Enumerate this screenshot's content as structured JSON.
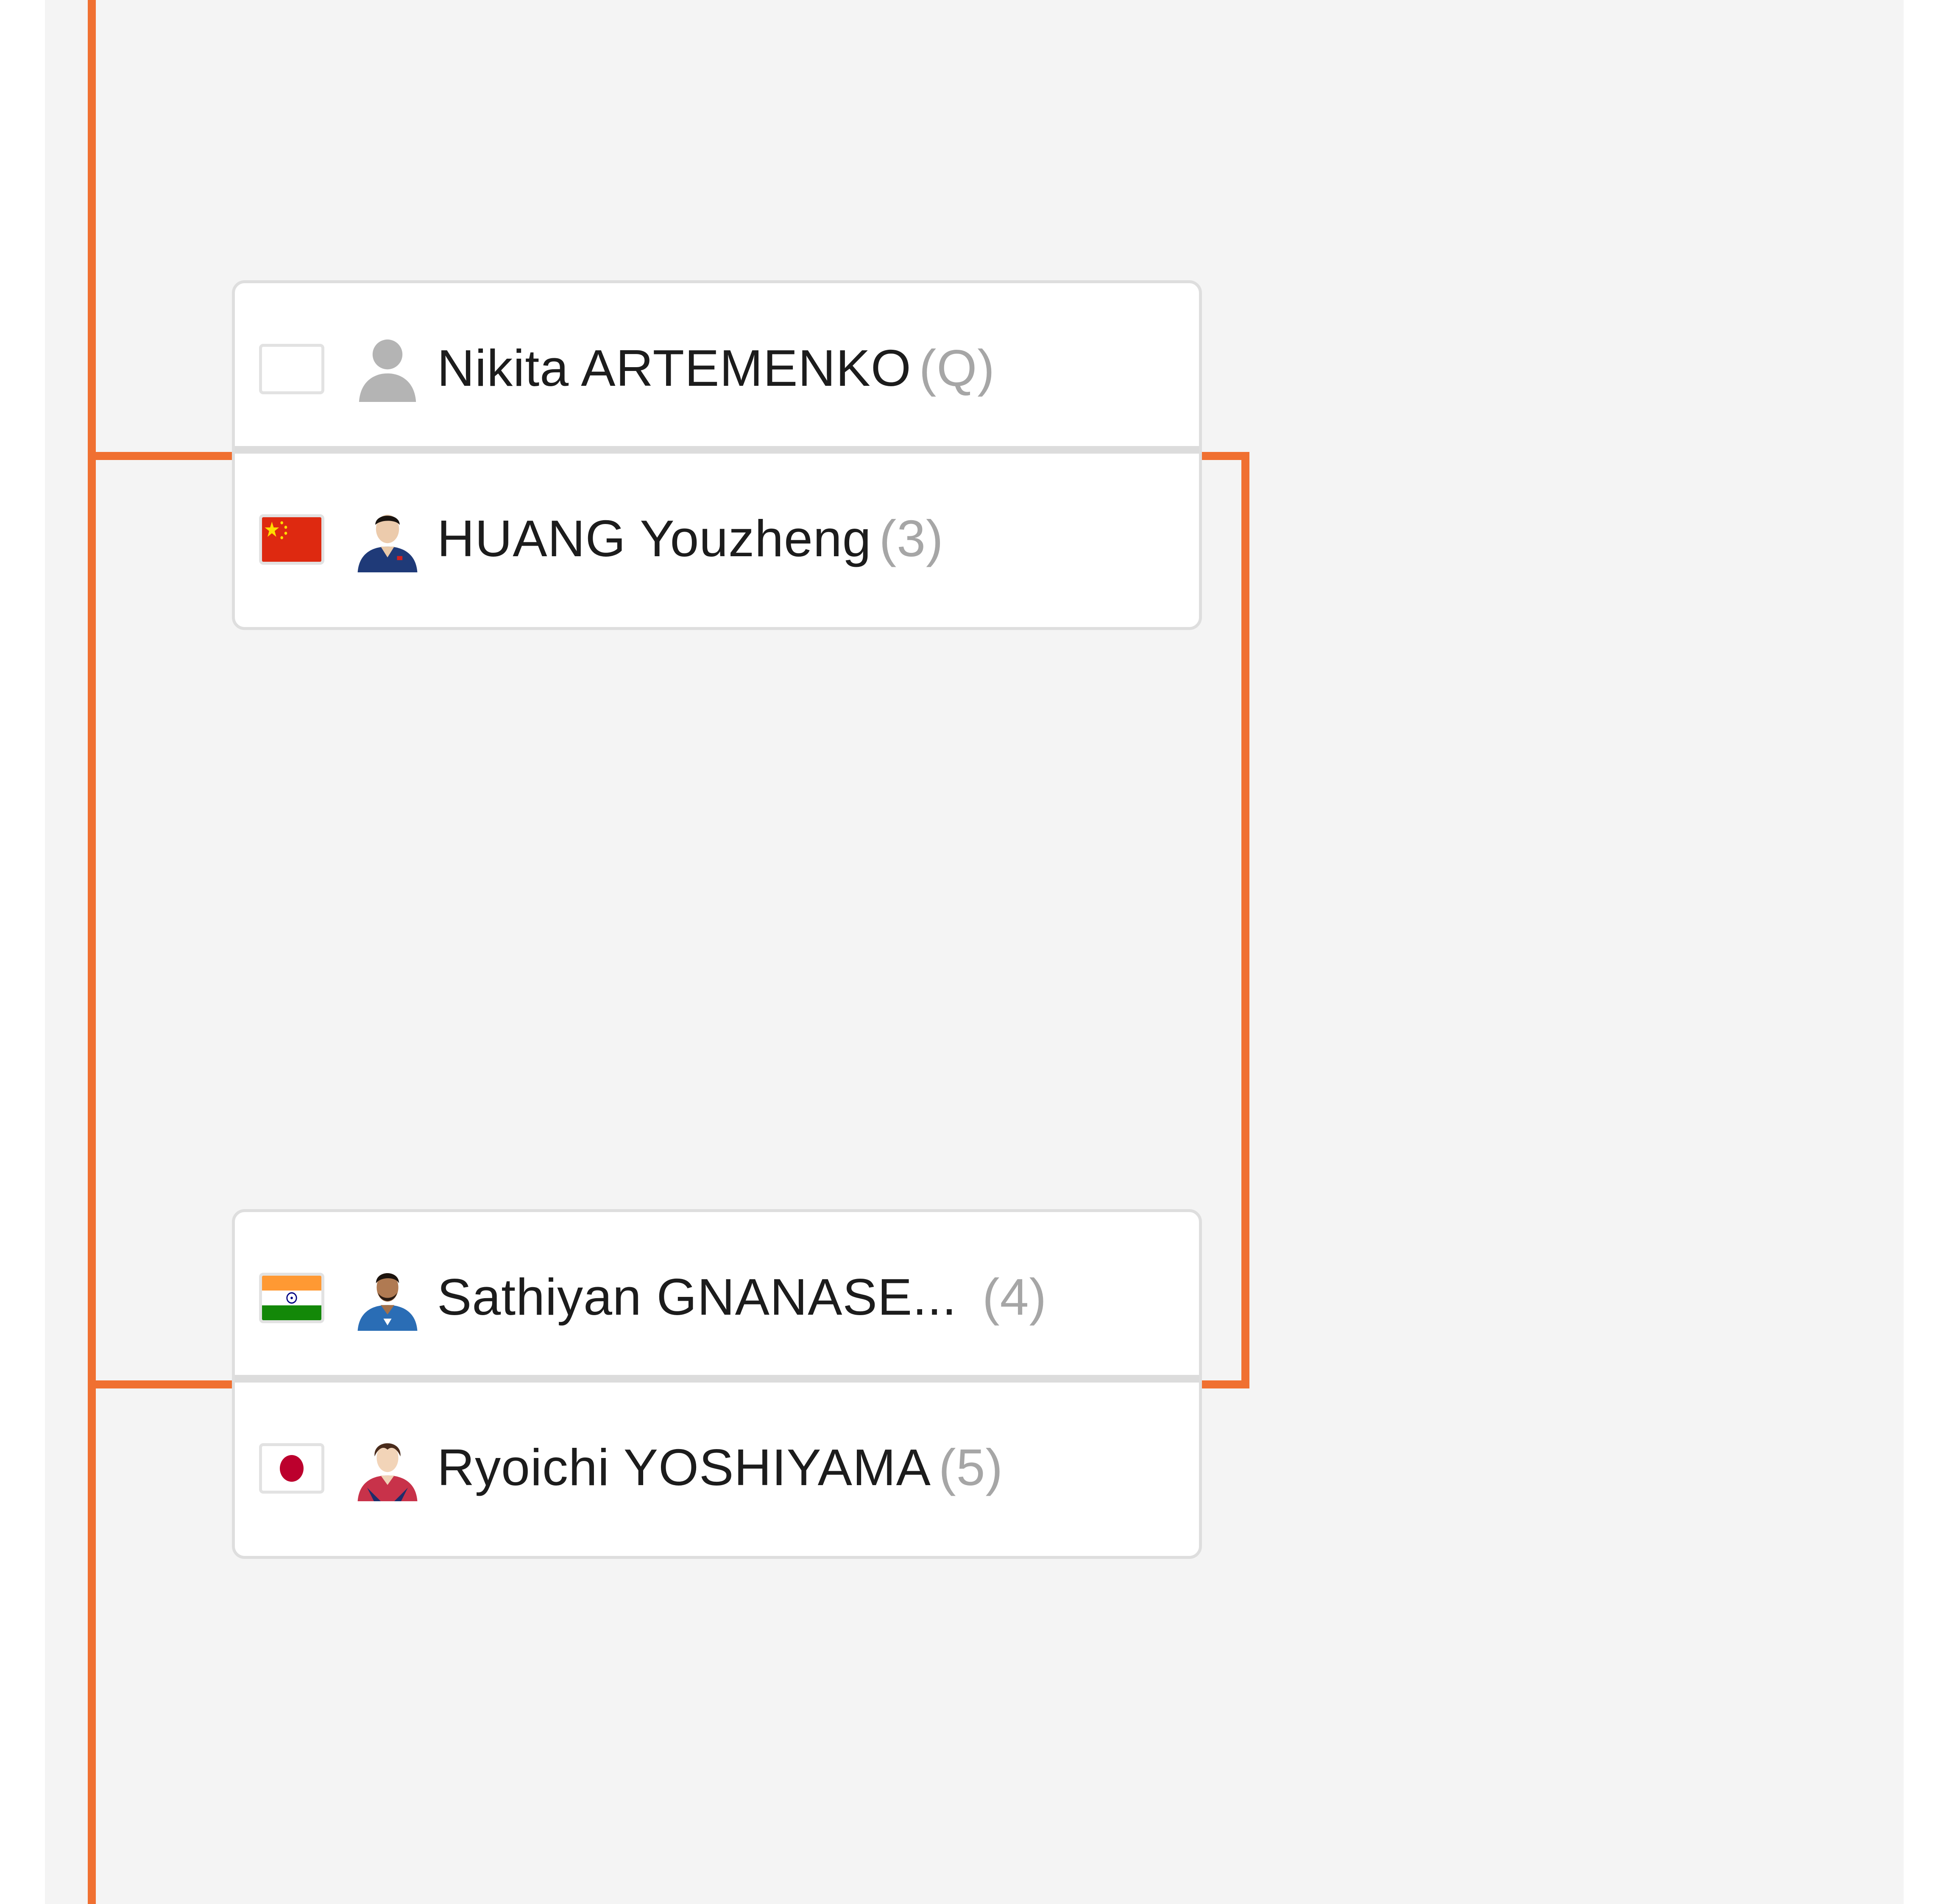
{
  "matches": [
    {
      "players": [
        {
          "name": "Nikita ARTEMENKO",
          "seed": "(Q)",
          "country_flag": "none",
          "avatar_icon": "default-person-silhouette-icon"
        },
        {
          "name": "HUANG Youzheng",
          "seed": "(3)",
          "country_flag": "china-flag",
          "avatar_icon": "player-photo"
        }
      ]
    },
    {
      "players": [
        {
          "name": "Sathiyan GNANASE...",
          "seed": "(4)",
          "country_flag": "india-flag",
          "avatar_icon": "player-photo"
        },
        {
          "name": "Ryoichi YOSHIYAMA",
          "seed": "(5)",
          "country_flag": "japan-flag",
          "avatar_icon": "player-photo"
        }
      ]
    }
  ],
  "colors": {
    "bracket_line": "#f07031",
    "panel_background": "#f4f4f4",
    "card_border": "#dedede",
    "name_text": "#1c1c1c",
    "seed_text": "#a6a6a6"
  }
}
